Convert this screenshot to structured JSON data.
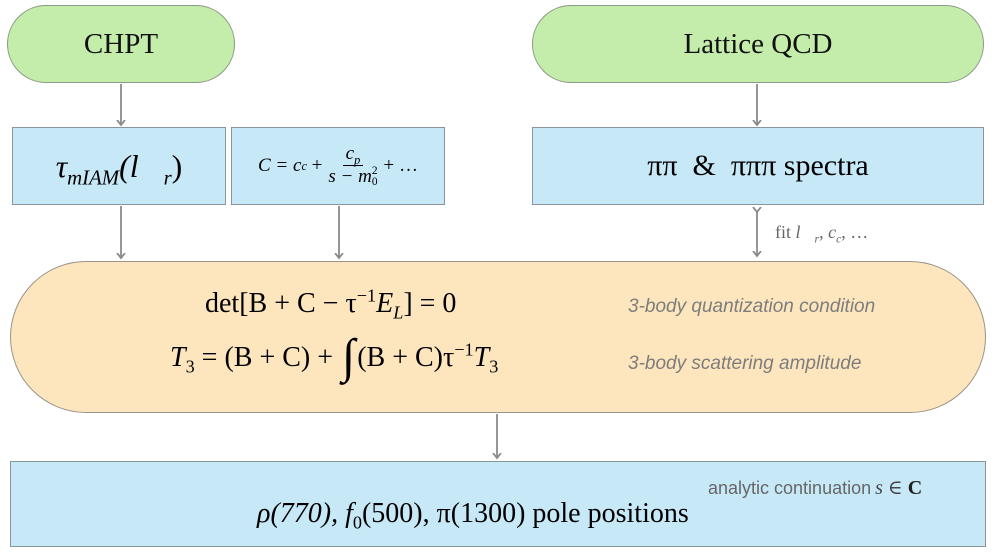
{
  "nodes": {
    "chpt": "CHPT",
    "lattice": "Lattice QCD",
    "tau_prefix": "τ",
    "tau_sub": "mIAM",
    "tau_arg": "(l⃗",
    "tau_arg_sub": "r",
    "tau_close": ")",
    "c_eq_lhs": "C = c",
    "c_eq_sub": "c",
    "c_num": "c",
    "c_num_sub": "p",
    "c_den": "s − m",
    "c_den_sub": "0",
    "c_den_sup": "2",
    "c_tail": "+ …",
    "spectra": "ππ  &  πππ spectra",
    "fit_label": "fit",
    "fit_vars": "l⃗",
    "fit_vars_sub": "r",
    "fit_tail": ", c",
    "fit_tail_sub": "c",
    "fit_end": ", …",
    "qc_equation": "det[B + C − τ",
    "qc_sup": "−1",
    "qc_tail": "E",
    "qc_tail_sub": "L",
    "qc_end": "] = 0",
    "qc_note": "3-body quantization condition",
    "t3_lhs": "T",
    "t3_lhs_sub": "3",
    "t3_mid": " = (B + C) + ",
    "t3_integral": "∫",
    "t3_rhs": "(B + C)τ",
    "t3_rhs_sup": "−1",
    "t3_rhs_T": "T",
    "t3_rhs_T_sub": "3",
    "t3_note": "3-body scattering amplitude",
    "continuation_note": "analytic continuation",
    "continuation_var": "s ∈ ",
    "continuation_set": "C",
    "poles": "ρ(770), f",
    "poles_sub": "0",
    "poles_tail": "(500), π(1300) pole positions"
  },
  "colors": {
    "pill_fill": "#c4ecab",
    "rect_fill": "#c7e9f7",
    "big_fill": "#fde6bd",
    "arrow": "#8a8a8a",
    "note": "#7d7d7d"
  }
}
